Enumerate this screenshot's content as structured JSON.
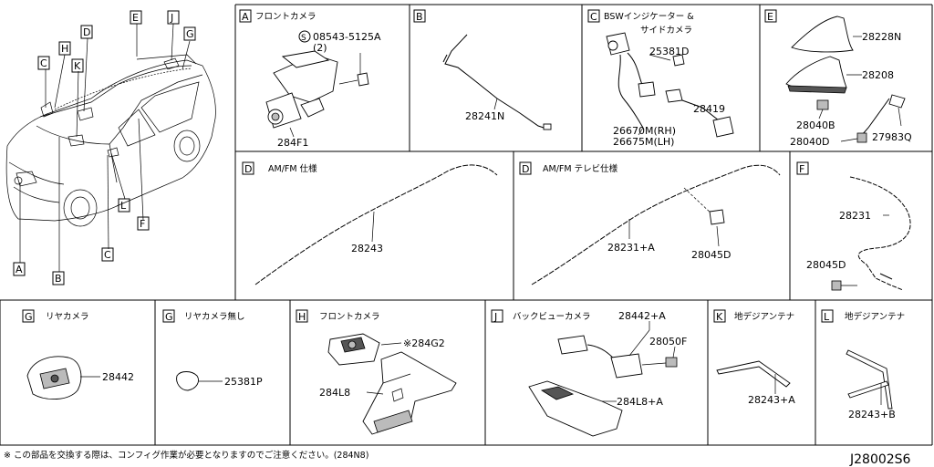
{
  "panels": {
    "A": {
      "letter": "A",
      "title": "フロントカメラ",
      "parts": [
        "08543-5125A",
        "(2)",
        "284F1"
      ]
    },
    "B": {
      "letter": "B",
      "parts": [
        "28241N"
      ]
    },
    "C": {
      "letter": "C",
      "title_line1": "BSWインジケーター &",
      "title_line2": "サイドカメラ",
      "parts": [
        "25381D",
        "28419",
        "26670M(RH)",
        "26675M(LH)"
      ]
    },
    "E": {
      "letter": "E",
      "parts": [
        "28228N",
        "28208",
        "28040B",
        "28040D",
        "27983Q"
      ]
    },
    "D1": {
      "letter": "D",
      "title": "AM/FM 仕様",
      "parts": [
        "28243"
      ]
    },
    "D2": {
      "letter": "D",
      "title": "AM/FM テレビ仕様",
      "parts": [
        "28231+A",
        "28045D"
      ]
    },
    "F": {
      "letter": "F",
      "parts": [
        "28231",
        "28045D"
      ]
    },
    "G1": {
      "letter": "G",
      "title": "リヤカメラ",
      "parts": [
        "28442"
      ]
    },
    "G2": {
      "letter": "G",
      "title": "リヤカメラ無し",
      "parts": [
        "25381P"
      ]
    },
    "H": {
      "letter": "H",
      "title": "フロントカメラ",
      "parts": [
        "※284G2",
        "284L8"
      ]
    },
    "J": {
      "letter": "J",
      "title": "バックビューカメラ",
      "parts": [
        "28442+A",
        "28050F",
        "284L8+A"
      ]
    },
    "K": {
      "letter": "K",
      "title": "地デジアンテナ",
      "parts": [
        "28243+A"
      ]
    },
    "L": {
      "letter": "L",
      "title": "地デジアンテナ",
      "parts": [
        "28243+B"
      ]
    }
  },
  "car_callouts": [
    "E",
    "J",
    "G",
    "D",
    "H",
    "K",
    "C",
    "L",
    "F",
    "C",
    "B",
    "A"
  ],
  "footer_note": "※ この部品を交換する際は、コンフィグ作業が必要となりますのでご注意ください。(284N8)",
  "diagram_code": "J28002S6",
  "screw_symbol": "S"
}
